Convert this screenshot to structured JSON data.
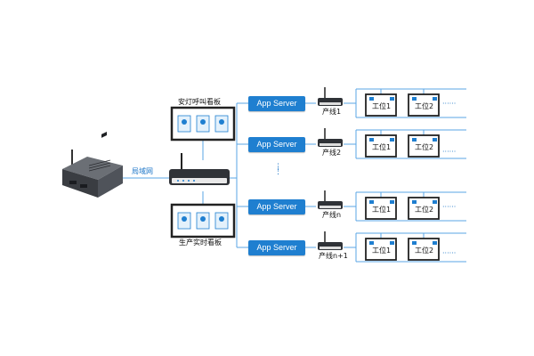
{
  "colors": {
    "accent": "#1f7fd0",
    "line": "#5aa6e6",
    "frame": "#222222"
  },
  "icons": [
    "industrial-pc-icon",
    "wireless-router-icon",
    "monitor-icon",
    "workstation-monitor-icon"
  ],
  "labels": {
    "lan": "局域网",
    "board_top": "安灯呼叫看板",
    "board_bottom": "生产实时看板"
  },
  "servers": [
    {
      "label": "App Server"
    },
    {
      "label": "App Server"
    },
    {
      "label": "App Server"
    },
    {
      "label": "App Server"
    }
  ],
  "lines": [
    {
      "label": "产线1",
      "stations": [
        "工位1",
        "工位2"
      ]
    },
    {
      "label": "产线2",
      "stations": [
        "工位1",
        "工位2"
      ]
    },
    {
      "label": "产线n",
      "stations": [
        "工位1",
        "工位2"
      ]
    },
    {
      "label": "产线n+1",
      "stations": [
        "工位1",
        "工位2"
      ]
    }
  ],
  "ellipsis_h": "······",
  "ellipsis_v": "⋮"
}
